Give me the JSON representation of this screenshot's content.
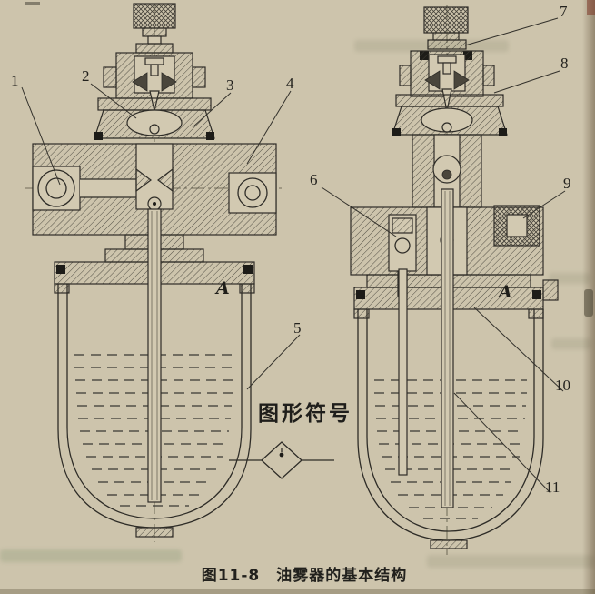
{
  "page": {
    "background_color": "#cdc4ac",
    "ink_color": "#2e2c27"
  },
  "figure": {
    "caption": "图11-8　油雾器的基本结构",
    "symbol_label": "图形符号"
  },
  "view_labels": {
    "left": "A",
    "right": "A"
  },
  "callouts": [
    {
      "n": "1"
    },
    {
      "n": "2"
    },
    {
      "n": "3"
    },
    {
      "n": "4"
    },
    {
      "n": "5"
    },
    {
      "n": "6"
    },
    {
      "n": "7"
    },
    {
      "n": "8"
    },
    {
      "n": "9"
    },
    {
      "n": "10"
    },
    {
      "n": "11"
    }
  ]
}
